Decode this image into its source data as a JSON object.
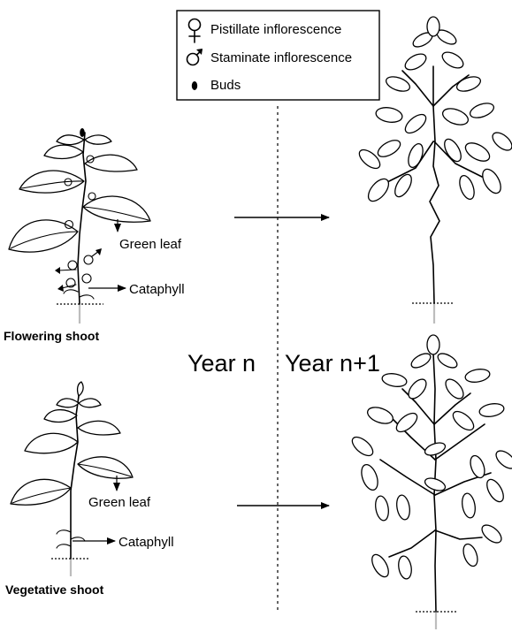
{
  "legend": {
    "items": [
      {
        "symbol": "pistillate",
        "label": "Pistillate inflorescence"
      },
      {
        "symbol": "staminate",
        "label": "Staminate inflorescence"
      },
      {
        "symbol": "bud",
        "label": "Buds"
      }
    ]
  },
  "labels": {
    "green_leaf_top": "Green leaf",
    "cataphyll_top": "Cataphyll",
    "flowering_shoot": "Flowering shoot",
    "green_leaf_bottom": "Green leaf",
    "cataphyll_bottom": "Cataphyll",
    "vegetative_shoot": "Vegetative shoot",
    "year_n": "Year n",
    "year_n1": "Year n+1"
  },
  "icons": {
    "pistillate": "female-symbol-icon",
    "staminate": "male-symbol-icon",
    "bud": "bud-icon"
  }
}
